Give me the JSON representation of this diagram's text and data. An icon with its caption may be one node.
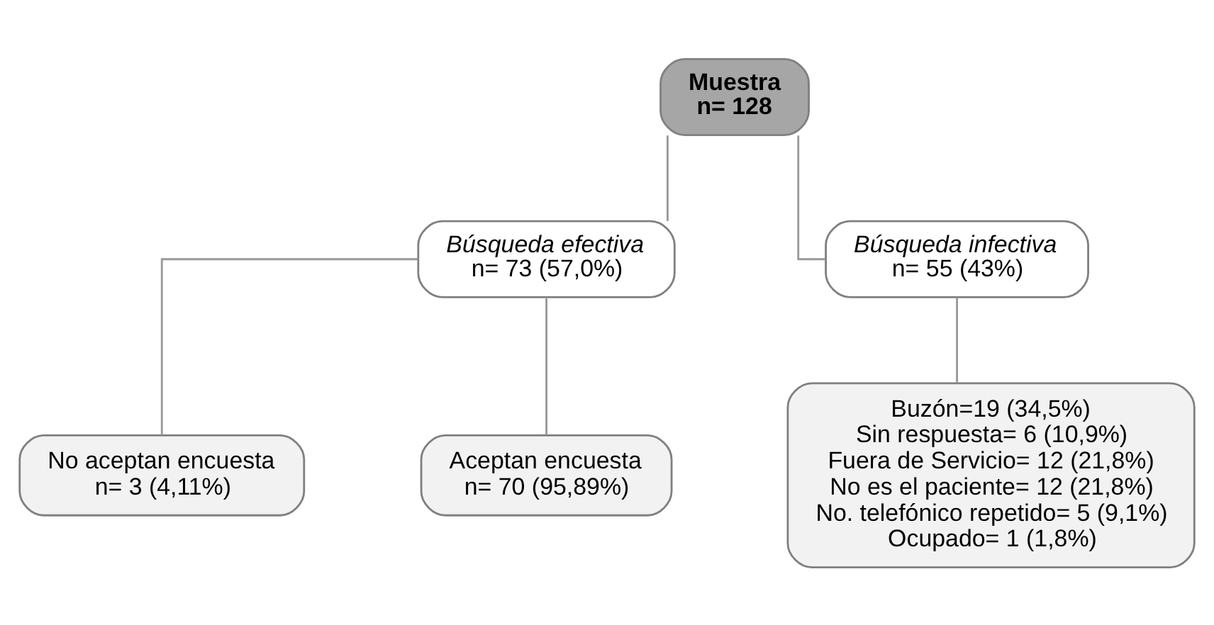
{
  "diagram": {
    "nodes": [
      {
        "text": [
          "Muestra",
          "n= 128"
        ]
      },
      {
        "text": [
          "Búsqueda efectiva",
          "n= 73 (57,0%)"
        ]
      },
      {
        "text": [
          "Búsqueda infectiva",
          "n= 55 (43%)"
        ]
      },
      {
        "text": [
          "No aceptan encuesta",
          "n= 3 (4,11%)"
        ]
      },
      {
        "text": [
          "Aceptan encuesta",
          "n= 70 (95,89%)"
        ]
      },
      {
        "text": [
          "Buzón=19 (34,5%)",
          "Sin respuesta= 6 (10,9%)",
          "Fuera de Servicio= 12 (21,8%)",
          "No es el paciente= 12 (21,8%)",
          "No. telefónico repetido= 5 (9,1%)",
          "Ocupado= 1 (1,8%)"
        ]
      }
    ],
    "edges": [
      {
        "from": 0,
        "to": 1,
        "arrow": "none"
      },
      {
        "from": 0,
        "to": 2,
        "arrow": "none"
      },
      {
        "from": 1,
        "to": 3,
        "arrow": "none"
      },
      {
        "from": 1,
        "to": 4,
        "arrow": "none"
      },
      {
        "from": 2,
        "to": 5,
        "arrow": "none"
      }
    ]
  }
}
